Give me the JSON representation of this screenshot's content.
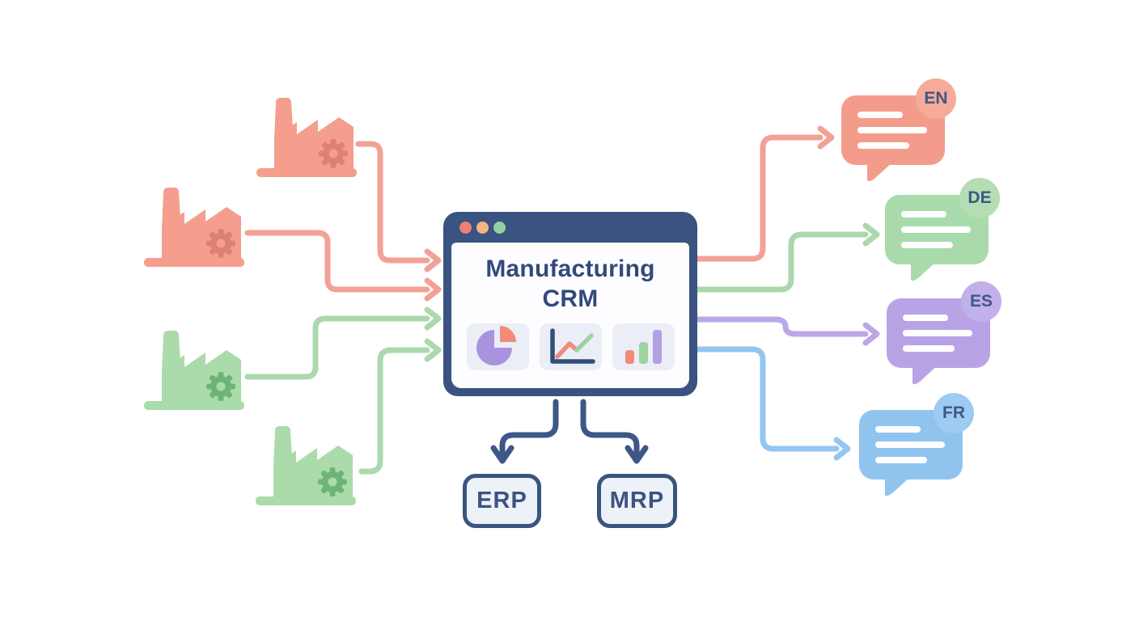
{
  "crm": {
    "title_line1": "Manufacturing",
    "title_line2": "CRM",
    "window_controls": [
      "close-dot",
      "minimize-dot",
      "maximize-dot"
    ],
    "dashboard_icons": [
      "pie-chart",
      "line-chart",
      "bar-chart"
    ]
  },
  "factories": [
    {
      "id": "factory-1",
      "color": "#F59E8E",
      "gear_color": "#DD8173"
    },
    {
      "id": "factory-2",
      "color": "#F59E8E",
      "gear_color": "#DD8173"
    },
    {
      "id": "factory-3",
      "color": "#ABDBAB",
      "gear_color": "#6FB477"
    },
    {
      "id": "factory-4",
      "color": "#ABDBAB",
      "gear_color": "#6FB477"
    }
  ],
  "languages": [
    {
      "code": "EN",
      "bubble_color": "#F49C8C",
      "badge_color": "#F5AA9A"
    },
    {
      "code": "DE",
      "bubble_color": "#A9DAAB",
      "badge_color": "#B4DDB3"
    },
    {
      "code": "ES",
      "bubble_color": "#B7A3E6",
      "badge_color": "#C1B0E9"
    },
    {
      "code": "FR",
      "bubble_color": "#90C4EF",
      "badge_color": "#9DCBF1"
    }
  ],
  "systems": [
    {
      "label": "ERP"
    },
    {
      "label": "MRP"
    }
  ],
  "colors": {
    "navy": "#3A5381",
    "text_navy": "#32497B",
    "salmon_line": "#F2A195",
    "green_line": "#ABD8AC",
    "purple_line": "#BBA7E7",
    "blue_line": "#94C6EF",
    "dot_red": "#ED8077",
    "dot_orange": "#F4B67E",
    "dot_green": "#90D3A2",
    "box_fill": "#EDF1F8",
    "tile_bg": "#ECEEF7"
  }
}
